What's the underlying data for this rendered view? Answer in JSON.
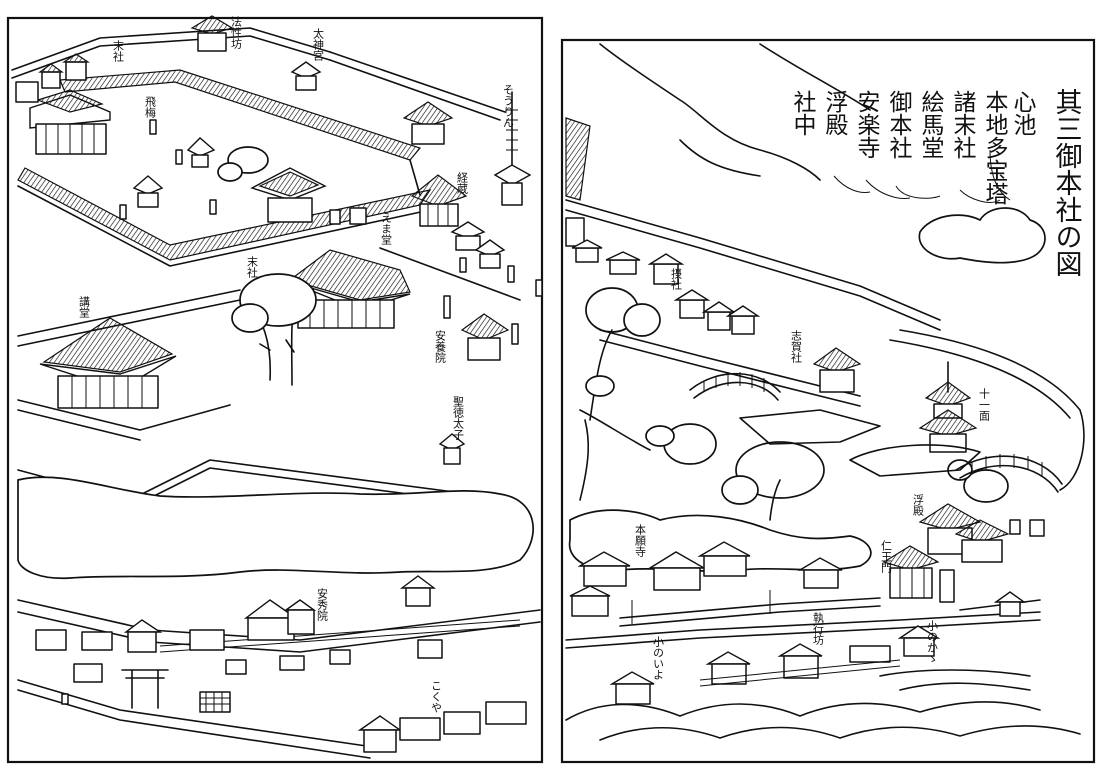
{
  "colors": {
    "ink": "#111111",
    "paper": "#ffffff"
  },
  "title": "其三御本社の図",
  "legend": [
    "心池",
    "本地多宝塔",
    "諸末社",
    "絵馬堂",
    "御本社",
    "安楽寺",
    "浮殿",
    "社中"
  ],
  "left_labels": {
    "houshoubou": "法性坊",
    "taijingu": "太神宮",
    "massha_top": "末社",
    "hibai": "飛梅",
    "sourin": "そうりん",
    "kyouzou": "経蔵",
    "emadou": "えま堂",
    "massha_mid": "末社",
    "koudou": "講堂",
    "anyouin": "安養院",
    "shoutoku": "聖徳太子",
    "anshuuin": "安秀院",
    "kokuya": "こくや"
  },
  "right_labels": {
    "sessha": "摂社",
    "shigasha": "志賀社",
    "juuichimen": "十一面",
    "honganji": "本願寺",
    "ukidono": "浮殿",
    "niomon": "仁王門",
    "shigyoubou": "執行坊",
    "konoiyo": "小のいよ",
    "konokaka": "小のかゝ"
  }
}
